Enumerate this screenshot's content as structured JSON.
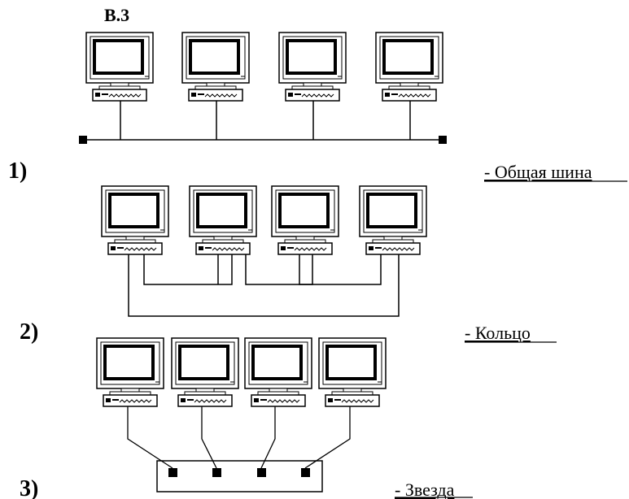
{
  "title": "В.3",
  "diagrams": [
    {
      "number": "1)",
      "caption": "- Общая шина",
      "topology": "bus"
    },
    {
      "number": "2)",
      "caption": "- Кольцо",
      "topology": "ring"
    },
    {
      "number": "3)",
      "caption": "- Звезда",
      "topology": "star"
    }
  ]
}
